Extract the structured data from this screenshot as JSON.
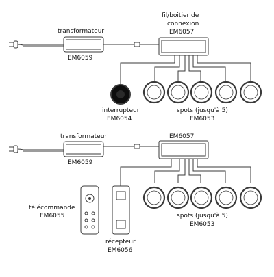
{
  "diagram": {
    "top": {
      "transformer": {
        "label": "transformateur",
        "code": "EM6059"
      },
      "junction_box": {
        "label_line1": "fil/boitier de",
        "label_line2": "connexion",
        "code": "EM6057"
      },
      "switch": {
        "label": "interrupteur",
        "code": "EM6054"
      },
      "spots": {
        "label": "spots (jusqu'à 5)",
        "code": "EM6053",
        "count": 5
      }
    },
    "bottom": {
      "transformer": {
        "label": "transformateur",
        "code": "EM6059"
      },
      "junction_box": {
        "code": "EM6057"
      },
      "remote": {
        "label": "télécommande",
        "code": "EM6055"
      },
      "receiver": {
        "label": "récepteur",
        "code": "EM6056"
      },
      "spots": {
        "label": "spots (jusqu'à 5)",
        "code": "EM6053",
        "count": 5
      }
    }
  }
}
